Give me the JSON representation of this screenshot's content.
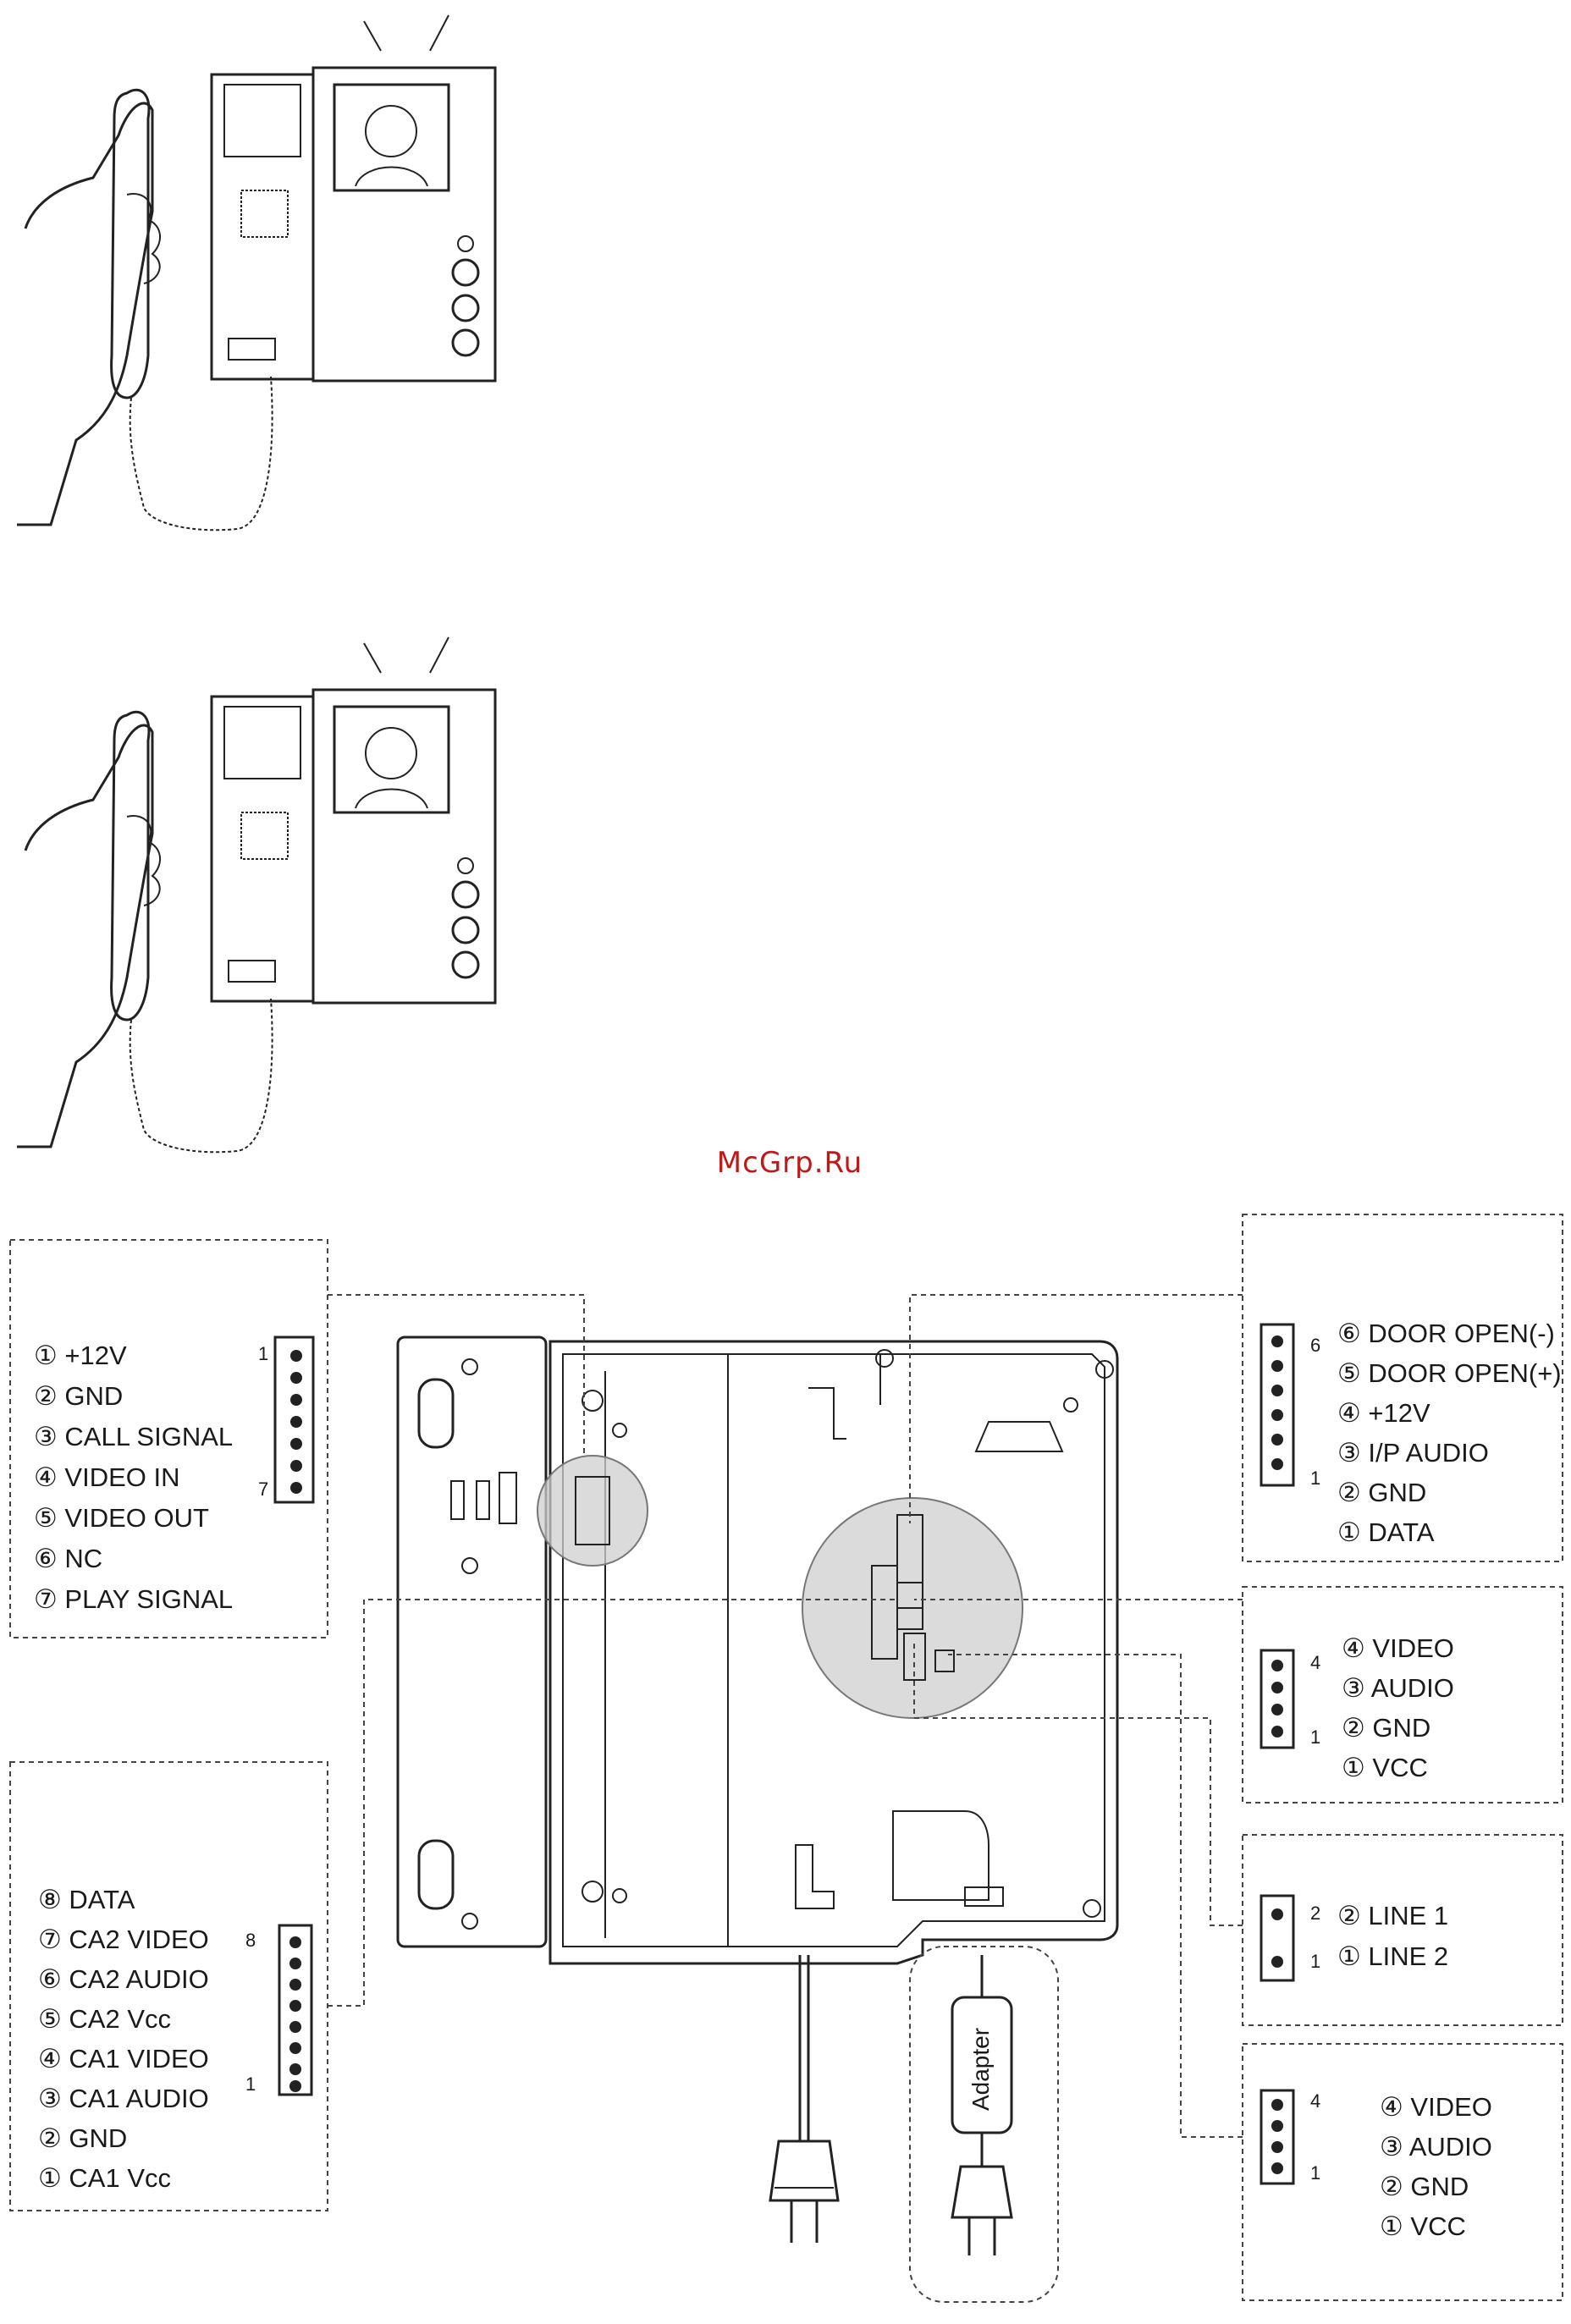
{
  "watermark": "McGrp.Ru",
  "connectors": {
    "left_top": {
      "pin_top": "1",
      "pin_bottom": "7",
      "items": [
        "① +12V",
        "② GND",
        "③ CALL SIGNAL",
        "④ VIDEO IN",
        "⑤ VIDEO OUT",
        "⑥ NC",
        "⑦ PLAY SIGNAL"
      ]
    },
    "left_bottom": {
      "pin_top": "8",
      "pin_bottom": "1",
      "items": [
        "⑧  DATA",
        "⑦  CA2 VIDEO",
        "⑥  CA2 AUDIO",
        "⑤  CA2 Vcc",
        "④  CA1 VIDEO",
        "③  CA1 AUDIO",
        "②  GND",
        "①  CA1 Vcc"
      ]
    },
    "right_door": {
      "pin_top": "6",
      "pin_bottom": "1",
      "items": [
        "⑥ DOOR OPEN(-)",
        "⑤ DOOR OPEN(+)",
        "④ +12V",
        "③ I/P AUDIO",
        "② GND",
        "① DATA"
      ]
    },
    "right_cam1": {
      "pin_top": "4",
      "pin_bottom": "1",
      "items": [
        "④  VIDEO",
        "③  AUDIO",
        "②  GND",
        "①  VCC"
      ]
    },
    "right_line": {
      "pin_top": "2",
      "pin_bottom": "1",
      "items": [
        "② LINE 1",
        "① LINE 2"
      ]
    },
    "right_cam2": {
      "pin_top": "4",
      "pin_bottom": "1",
      "items": [
        "④  VIDEO",
        "③  AUDIO",
        "②  GND",
        "①  VCC"
      ]
    }
  },
  "adapter_label": "Adapter"
}
